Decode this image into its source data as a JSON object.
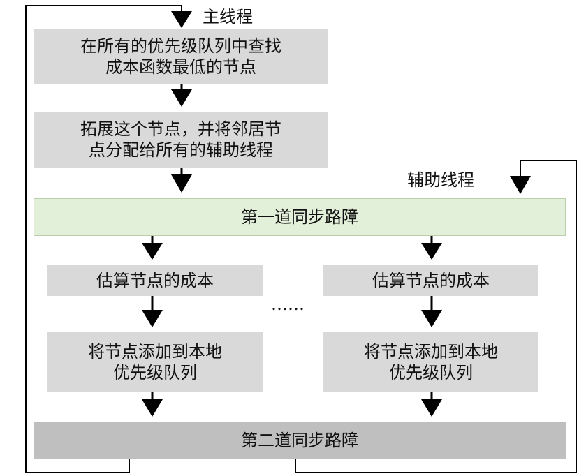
{
  "main_thread_label": "主线程",
  "helper_thread_label": "辅助线程",
  "step_find": "在所有的优先级队列中查找\n成本函数最低的节点",
  "step_expand": "拓展这个节点，并将邻居节\n点分配给所有的辅助线程",
  "barrier_first": "第一道同步路障",
  "estimate_left": "估算节点的成本",
  "estimate_right": "估算节点的成本",
  "ellipsis": "……",
  "add_left": "将节点添加到本地\n优先级队列",
  "add_right": "将节点添加到本地\n优先级队列",
  "barrier_second": "第二道同步路障"
}
